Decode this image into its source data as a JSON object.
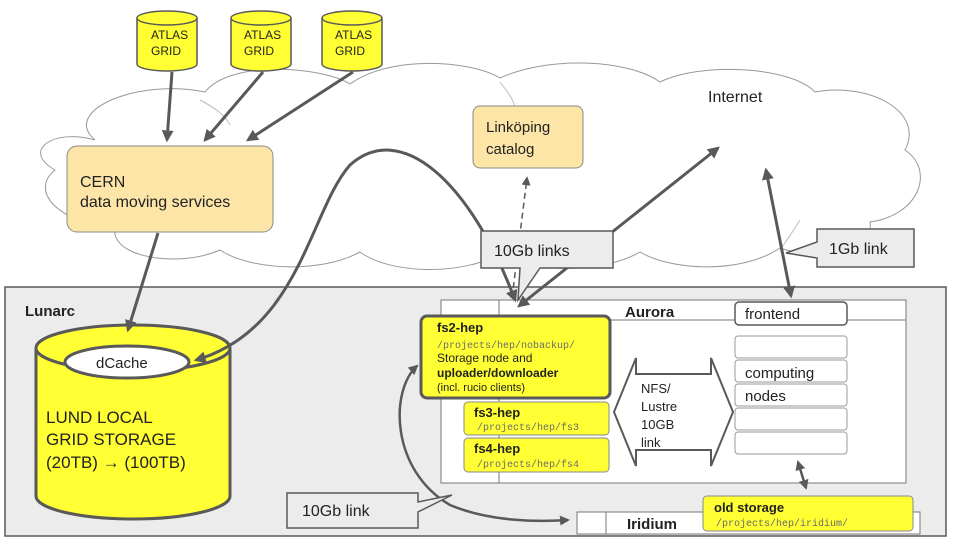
{
  "colors": {
    "yellow": "#ffff33",
    "orange": "#fce5a7",
    "gray_panel": "#ececec",
    "stroke": "#595959"
  },
  "grid_label": "ATLAS GRID",
  "grid_lines": [
    "ATLAS",
    "GRID"
  ],
  "internet_label": "Internet",
  "cern": {
    "line1": "CERN",
    "line2": "data moving services"
  },
  "linkoping": {
    "line1": "Linköping",
    "line2": "catalog"
  },
  "callouts": {
    "links_10gb": "10Gb links",
    "link_1gb": "1Gb link",
    "link_10gb": "10Gb link"
  },
  "lunarc_label": "Lunarc",
  "storage": {
    "dcache": "dCache",
    "line1": "LUND LOCAL",
    "line2": "GRID STORAGE",
    "line3": "(20TB) → (100TB)"
  },
  "aurora_label": "Aurora",
  "frontend_label": "frontend",
  "computing_lines": [
    "computing",
    "nodes"
  ],
  "nfs_lines": [
    "NFS/",
    "Lustre",
    "10GB",
    "link"
  ],
  "fs2": {
    "title": "fs2-hep",
    "path": "/projects/hep/nobackup/",
    "line1": "Storage node and",
    "line2": "uploader/downloader",
    "line3": "(incl. rucio clients)"
  },
  "fs3": {
    "title": "fs3-hep",
    "path": "/projects/hep/fs3"
  },
  "fs4": {
    "title": "fs4-hep",
    "path": "/projects/hep/fs4"
  },
  "iridium_label": "Iridium",
  "old_storage": {
    "title": "old storage",
    "path": "/projects/hep/iridium/"
  }
}
